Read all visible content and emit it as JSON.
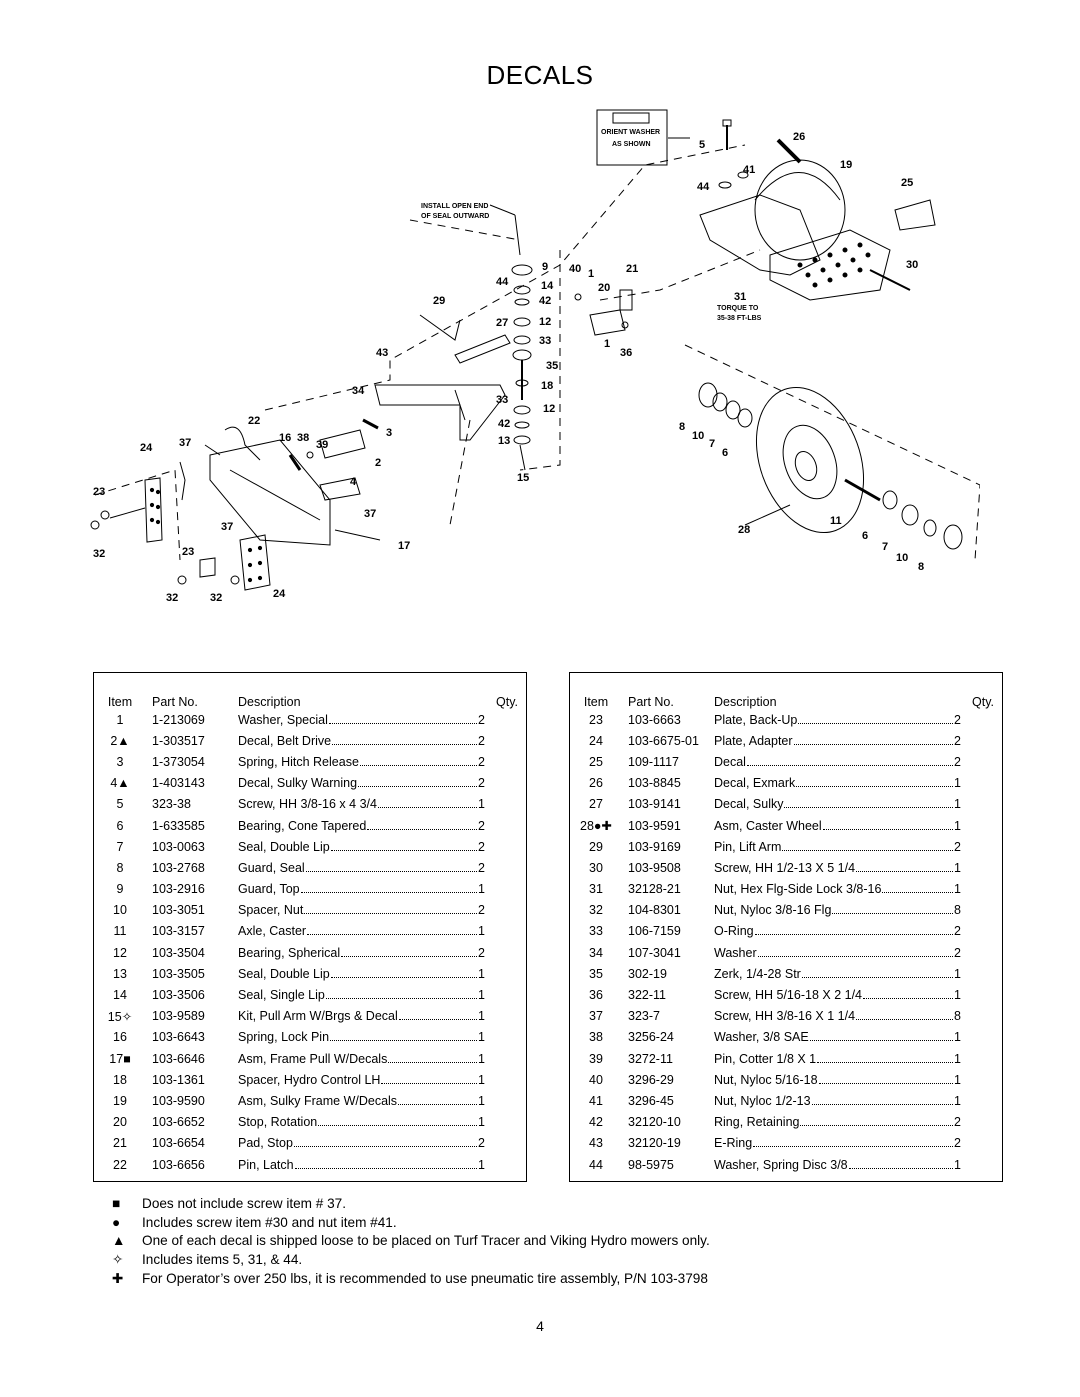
{
  "page": {
    "title": "DECALS",
    "page_number": "4"
  },
  "diagram": {
    "notes": {
      "orient_washer_1": "ORIENT WASHER",
      "orient_washer_2": "AS SHOWN",
      "install_1": "INSTALL OPEN END",
      "install_2": "OF SEAL OUTWARD",
      "torque_1": "TORQUE TO",
      "torque_2": "35-38 FT-LBS"
    },
    "callouts": {
      "c5": "5",
      "c26": "26",
      "c41": "41",
      "c19": "19",
      "c44a": "44",
      "c25": "25",
      "c9": "9",
      "c44b": "44",
      "c14": "14",
      "c40": "40",
      "c1a": "1",
      "c21": "21",
      "c20": "20",
      "c30": "30",
      "c29": "29",
      "c42a": "42",
      "c27": "27",
      "c12a": "12",
      "c31": "31",
      "c43": "43",
      "c33a": "33",
      "c1b": "1",
      "c36": "36",
      "c35": "35",
      "c34": "34",
      "c18": "18",
      "c33b": "33",
      "c12b": "12",
      "c22": "22",
      "c3": "3",
      "c42b": "42",
      "c8a": "8",
      "c10a": "10",
      "c7a": "7",
      "c6a": "6",
      "c16": "16",
      "c38": "38",
      "c39": "39",
      "c13": "13",
      "c24a": "24",
      "c37a": "37",
      "c2": "2",
      "c15": "15",
      "c4": "4",
      "c23a": "23",
      "c37b": "37",
      "c11": "11",
      "c28": "28",
      "c6b": "6",
      "c37c": "37",
      "c17": "17",
      "c7b": "7",
      "c10b": "10",
      "c8b": "8",
      "c32a": "32",
      "c23b": "23",
      "c32b": "32",
      "c32c": "32",
      "c24b": "24"
    }
  },
  "table": {
    "headers": {
      "item": "Item",
      "part": "Part No.",
      "desc": "Description",
      "qty": "Qty."
    },
    "left_rows": [
      {
        "item": "1",
        "part": "1-213069",
        "desc": "Washer, Special",
        "qty": "2"
      },
      {
        "item": "2▲",
        "part": "1-303517",
        "desc": "Decal, Belt Drive",
        "qty": "2"
      },
      {
        "item": "3",
        "part": "1-373054",
        "desc": "Spring, Hitch Release",
        "qty": "2"
      },
      {
        "item": "4▲",
        "part": "1-403143",
        "desc": "Decal, Sulky Warning",
        "qty": "2"
      },
      {
        "item": "5",
        "part": "323-38",
        "desc": "Screw, HH 3/8-16 x 4 3/4",
        "qty": "1"
      },
      {
        "item": "6",
        "part": "1-633585",
        "desc": "Bearing, Cone Tapered",
        "qty": "2"
      },
      {
        "item": "7",
        "part": "103-0063",
        "desc": "Seal, Double Lip",
        "qty": "2"
      },
      {
        "item": "8",
        "part": "103-2768",
        "desc": "Guard, Seal",
        "qty": "2"
      },
      {
        "item": "9",
        "part": "103-2916",
        "desc": "Guard, Top",
        "qty": "1"
      },
      {
        "item": "10",
        "part": "103-3051",
        "desc": "Spacer, Nut",
        "qty": "2"
      },
      {
        "item": "11",
        "part": "103-3157",
        "desc": "Axle, Caster",
        "qty": "1"
      },
      {
        "item": "12",
        "part": "103-3504",
        "desc": "Bearing, Spherical",
        "qty": "2"
      },
      {
        "item": "13",
        "part": "103-3505",
        "desc": "Seal, Double Lip",
        "qty": "1"
      },
      {
        "item": "14",
        "part": "103-3506",
        "desc": "Seal, Single Lip",
        "qty": "1"
      },
      {
        "item": "15✧",
        "part": "103-9589",
        "desc": "Kit, Pull Arm W/Brgs & Decal",
        "qty": "1"
      },
      {
        "item": "16",
        "part": "103-6643",
        "desc": "Spring, Lock Pin",
        "qty": "1"
      },
      {
        "item": "17■",
        "part": "103-6646",
        "desc": "Asm, Frame Pull W/Decals",
        "qty": "1"
      },
      {
        "item": "18",
        "part": "103-1361",
        "desc": "Spacer, Hydro Control LH",
        "qty": "1"
      },
      {
        "item": "19",
        "part": "103-9590",
        "desc": "Asm, Sulky Frame W/Decals",
        "qty": "1"
      },
      {
        "item": "20",
        "part": "103-6652",
        "desc": "Stop, Rotation",
        "qty": "1"
      },
      {
        "item": "21",
        "part": "103-6654",
        "desc": "Pad, Stop",
        "qty": "2"
      },
      {
        "item": "22",
        "part": "103-6656",
        "desc": "Pin, Latch",
        "qty": "1"
      }
    ],
    "right_rows": [
      {
        "item": "23",
        "part": "103-6663",
        "desc": "Plate, Back-Up",
        "qty": "2"
      },
      {
        "item": "24",
        "part": "103-6675-01",
        "desc": "Plate, Adapter",
        "qty": "2"
      },
      {
        "item": "25",
        "part": "109-1117",
        "desc": "Decal",
        "qty": "2"
      },
      {
        "item": "26",
        "part": "103-8845",
        "desc": "Decal, Exmark",
        "qty": "1"
      },
      {
        "item": "27",
        "part": "103-9141",
        "desc": "Decal, Sulky",
        "qty": "1"
      },
      {
        "item": "28●✚",
        "part": "103-9591",
        "desc": "Asm, Caster Wheel",
        "qty": "1"
      },
      {
        "item": "29",
        "part": "103-9169",
        "desc": "Pin, Lift Arm",
        "qty": "2"
      },
      {
        "item": "30",
        "part": "103-9508",
        "desc": "Screw, HH 1/2-13 X 5 1/4",
        "qty": "1"
      },
      {
        "item": "31",
        "part": "32128-21",
        "desc": "Nut, Hex Flg-Side Lock 3/8-16",
        "qty": "1"
      },
      {
        "item": "32",
        "part": "104-8301",
        "desc": "Nut, Nyloc 3/8-16 Flg",
        "qty": "8"
      },
      {
        "item": "33",
        "part": "106-7159",
        "desc": "O-Ring",
        "qty": "2"
      },
      {
        "item": "34",
        "part": "107-3041",
        "desc": "Washer",
        "qty": "2"
      },
      {
        "item": "35",
        "part": "302-19",
        "desc": "Zerk, 1/4-28 Str",
        "qty": "1"
      },
      {
        "item": "36",
        "part": "322-11",
        "desc": "Screw, HH 5/16-18 X 2 1/4",
        "qty": "1"
      },
      {
        "item": "37",
        "part": "323-7",
        "desc": "Screw, HH 3/8-16 X 1 1/4",
        "qty": "8"
      },
      {
        "item": "38",
        "part": "3256-24",
        "desc": "Washer, 3/8 SAE",
        "qty": "1"
      },
      {
        "item": "39",
        "part": "3272-11",
        "desc": "Pin, Cotter 1/8 X 1",
        "qty": "1"
      },
      {
        "item": "40",
        "part": "3296-29",
        "desc": "Nut, Nyloc 5/16-18",
        "qty": "1"
      },
      {
        "item": "41",
        "part": "3296-45",
        "desc": "Nut, Nyloc 1/2-13",
        "qty": "1"
      },
      {
        "item": "42",
        "part": "32120-10",
        "desc": "Ring, Retaining",
        "qty": "2"
      },
      {
        "item": "43",
        "part": "32120-19",
        "desc": "E-Ring",
        "qty": "2"
      },
      {
        "item": "44",
        "part": "98-5975",
        "desc": "Washer, Spring Disc 3/8",
        "qty": "1"
      }
    ]
  },
  "footnotes": [
    {
      "symbol": "■",
      "text": "Does not include screw item # 37."
    },
    {
      "symbol": "●",
      "text": "Includes screw item #30 and nut item #41."
    },
    {
      "symbol": "▲",
      "text": "One of each decal is shipped loose to be placed on Turf Tracer and Viking Hydro mowers only."
    },
    {
      "symbol": "✧",
      "text": "Includes items 5, 31, & 44."
    },
    {
      "symbol": "✚",
      "text": "For Operator’s over 250 lbs, it is recommended to use pneumatic tire assembly, P/N 103-3798"
    }
  ]
}
